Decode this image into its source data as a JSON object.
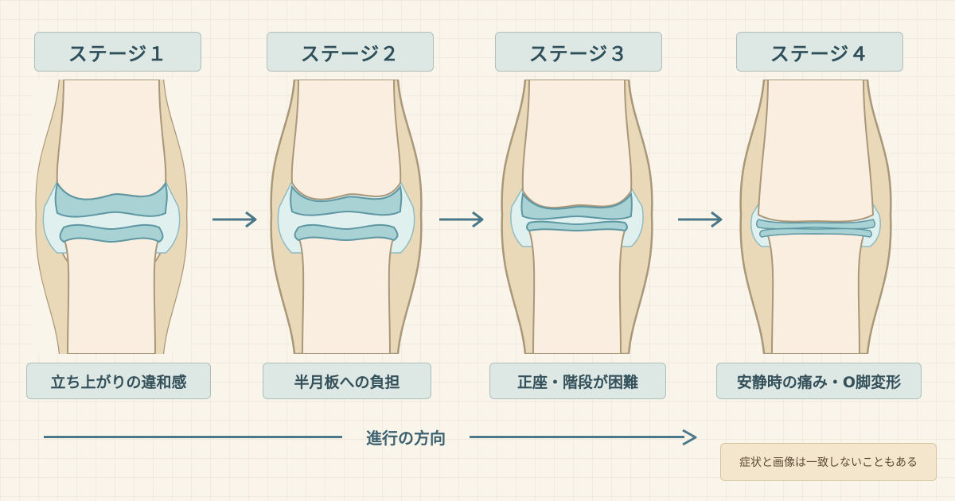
{
  "stages": [
    {
      "title": "ステージ１",
      "caption": "立ち上がりの違和感"
    },
    {
      "title": "ステージ２",
      "caption": "半月板への負担"
    },
    {
      "title": "ステージ３",
      "caption": "正座・階段が困難"
    },
    {
      "title": "ステージ４",
      "caption": "安静時の痛み・O脚変形"
    }
  ],
  "progression_label": "進行の方向",
  "note": "症状と画像は一致しないこともある",
  "colors": {
    "background": "#faf5ea",
    "bone": "#f9eee0",
    "cortex": "#ead9b8",
    "outline": "#a9977a",
    "cartilage": "#a9d2d4",
    "cartilage_edge": "#5e97a3",
    "joint_space": "#dff0ef",
    "arrow": "#4a7888",
    "label_box": "#dde8e4",
    "note_box": "#f4e6cc"
  }
}
